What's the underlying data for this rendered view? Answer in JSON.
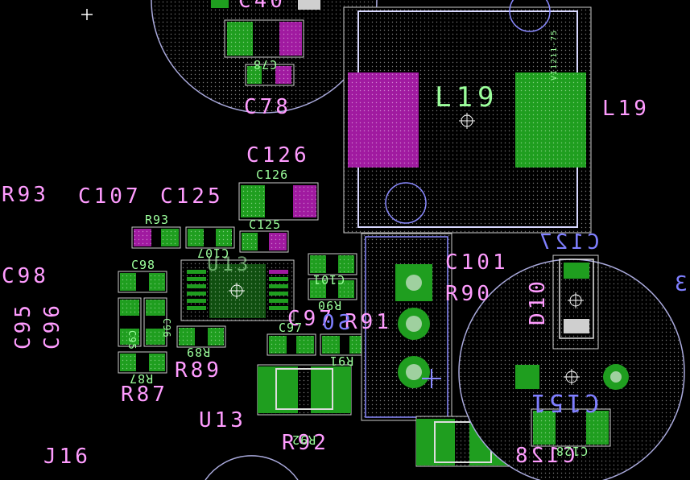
{
  "colors": {
    "background": "#000000",
    "copper_pad": "#1f9e1f",
    "pad_highlight": "#a01aa0",
    "silkscreen": "#ff9cff",
    "assembly_text": "#9cff9c",
    "outline": "#9a9acc",
    "bottom_layer": "#7f7fff"
  },
  "labels": {
    "c40": "C40",
    "c78_small": "C78",
    "c78": "C78",
    "l19_center": "L19",
    "l19": "L19",
    "l19_part": "VI1211-75",
    "c126": "C126",
    "c126_small": "C126",
    "r93": "R93",
    "c107": "C107",
    "c125": "C125",
    "r93_small": "R93",
    "c107_small": "C107",
    "c125_small": "C125",
    "c98": "C98",
    "c98_small": "C98",
    "c95": "C95",
    "c96": "C96",
    "c95_small": "C95",
    "c96_small": "C96",
    "u13_small": "U13",
    "c101": "C101",
    "c101_small": "C101",
    "r90": "R90",
    "r90_small": "R90",
    "c127": "C127",
    "d10": "D10",
    "c97": "C97",
    "c97_small": "C97",
    "r91": "R91",
    "r91_small": "R91",
    "s0": "S0",
    "r89": "R89",
    "r89_small": "R89",
    "r87": "R87",
    "r87_small": "R87",
    "u13": "U13",
    "r92": "R92",
    "r92_small": "R92",
    "j16": "J16",
    "c128": "C128",
    "c128_small": "C128",
    "c151": "C151",
    "edge_3": "3"
  }
}
